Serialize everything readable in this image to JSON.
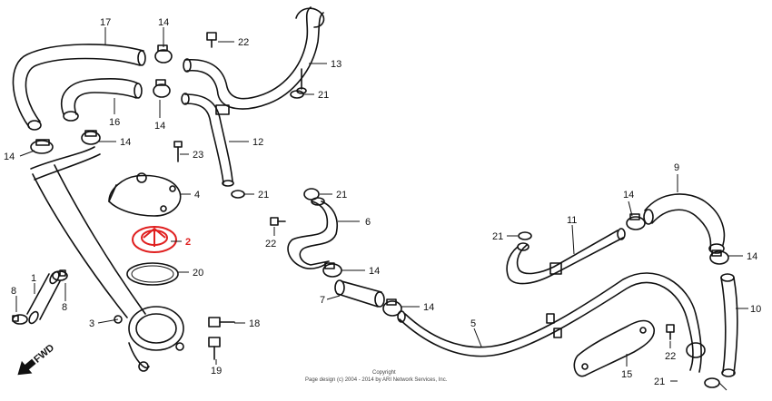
{
  "colors": {
    "line": "#111111",
    "highlight": "#e02020",
    "background": "#ffffff"
  },
  "direction": {
    "label": "FWD"
  },
  "copyright": {
    "line1": "Copyright",
    "line2": "Page design (c) 2004 - 2014 by ARI Network Services, Inc."
  },
  "callouts": {
    "c1": "1",
    "c2": "2",
    "c3": "3",
    "c4": "4",
    "c5": "5",
    "c6": "6",
    "c7": "7",
    "c8a": "8",
    "c8b": "8",
    "c9": "9",
    "c10": "10",
    "c11": "11",
    "c12": "12",
    "c13": "13",
    "c14a": "14",
    "c14b": "14",
    "c14c": "14",
    "c14d": "14",
    "c14e": "14",
    "c14f": "14",
    "c14g": "14",
    "c14h": "14",
    "c15": "15",
    "c16": "16",
    "c17": "17",
    "c18": "18",
    "c19": "19",
    "c20": "20",
    "c21a": "21",
    "c21b": "21",
    "c21c": "21",
    "c21d": "21",
    "c21e": "21",
    "c22a": "22",
    "c22b": "22",
    "c22c": "22",
    "c23": "23"
  }
}
